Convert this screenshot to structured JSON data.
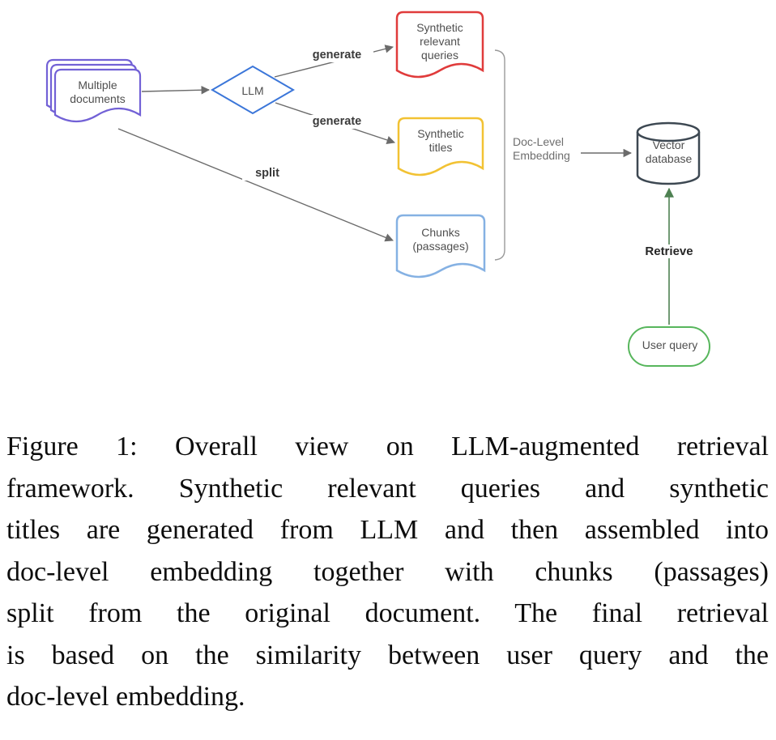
{
  "figure": {
    "edge_color": "#6b6b6b",
    "retrieve_color": "#4e8152",
    "bracket_color": "#999999",
    "nodes": {
      "multiple_documents": {
        "label": "Multiple\ndocuments",
        "border_color": "#7261d6"
      },
      "llm": {
        "label": "LLM",
        "border_color": "#3b76d9"
      },
      "synthetic_queries": {
        "label": "Synthetic\nrelevant\nqueries",
        "border_color": "#e03b3b"
      },
      "synthetic_titles": {
        "label": "Synthetic\ntitles",
        "border_color": "#f2c233"
      },
      "chunks": {
        "label": "Chunks\n(passages)",
        "border_color": "#85b1e3"
      },
      "vector_database": {
        "label": "Vector\ndatabase",
        "border_color": "#3d4852"
      },
      "user_query": {
        "label": "User query",
        "border_color": "#57b65c"
      }
    },
    "edge_labels": {
      "generate_top": "generate",
      "generate_bottom": "generate",
      "split": "split",
      "doc_level_embedding": "Doc-Level\nEmbedding",
      "retrieve": "Retrieve"
    }
  },
  "caption": {
    "lines": [
      "Figure 1:  Overall view on LLM-augmented retrieval",
      "framework.  Synthetic relevant queries and synthetic",
      "titles are generated from LLM and then assembled into",
      "doc-level embedding together with chunks (passages)",
      "split from the original document.  The final retrieval",
      "is based on the similarity between user query and the",
      "doc-level embedding."
    ]
  }
}
